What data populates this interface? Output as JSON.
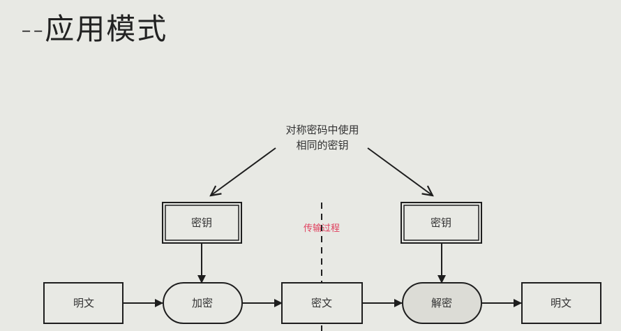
{
  "slide": {
    "title": "--应用模式"
  },
  "diagram": {
    "note_line1": "对称密码中使用",
    "note_line2": "相同的密钥",
    "key_left": "密钥",
    "key_right": "密钥",
    "transmission": "传输过程",
    "plaintext_in": "明文",
    "encrypt": "加密",
    "ciphertext": "密文",
    "decrypt": "解密",
    "plaintext_out": "明文",
    "colors": {
      "line": "#1e1e1e",
      "transmission_label": "#e0405e",
      "decrypt_fill": "#dcdcd6"
    }
  }
}
